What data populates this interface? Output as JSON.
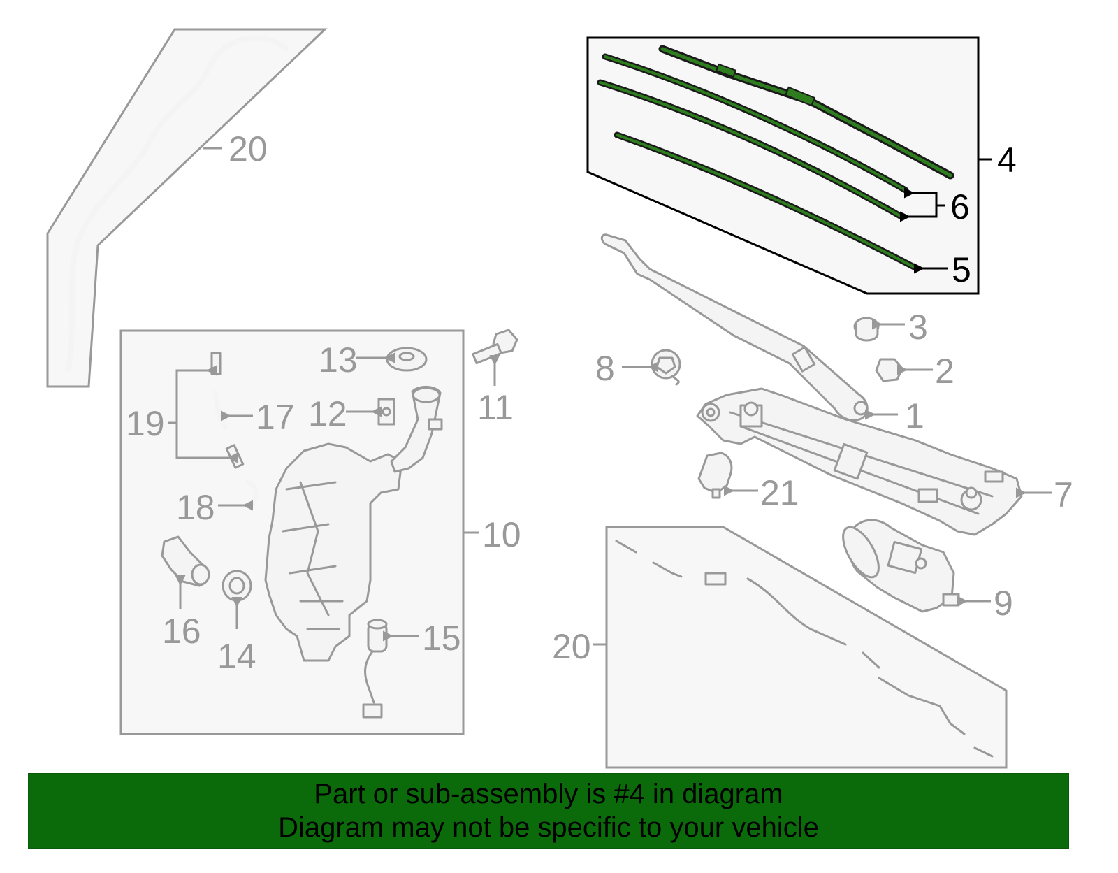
{
  "diagram": {
    "callouts": {
      "c1": "1",
      "c2": "2",
      "c3": "3",
      "c4": "4",
      "c5": "5",
      "c6": "6",
      "c7": "7",
      "c8": "8",
      "c9": "9",
      "c10": "10",
      "c11": "11",
      "c12": "12",
      "c13": "13",
      "c14": "14",
      "c15": "15",
      "c16": "16",
      "c17": "17",
      "c18": "18",
      "c19": "19",
      "c20_top": "20",
      "c20_bottom": "20",
      "c21": "21"
    },
    "highlighted_part": "4",
    "colors": {
      "highlight_green": "#2e7d1e",
      "banner_green": "#0b6b0b",
      "outline_gray": "#999999",
      "callout_black": "#000000"
    }
  },
  "banner": {
    "line1": "Part or sub-assembly is #4 in diagram",
    "line2": "Diagram may not be specific to your vehicle"
  }
}
